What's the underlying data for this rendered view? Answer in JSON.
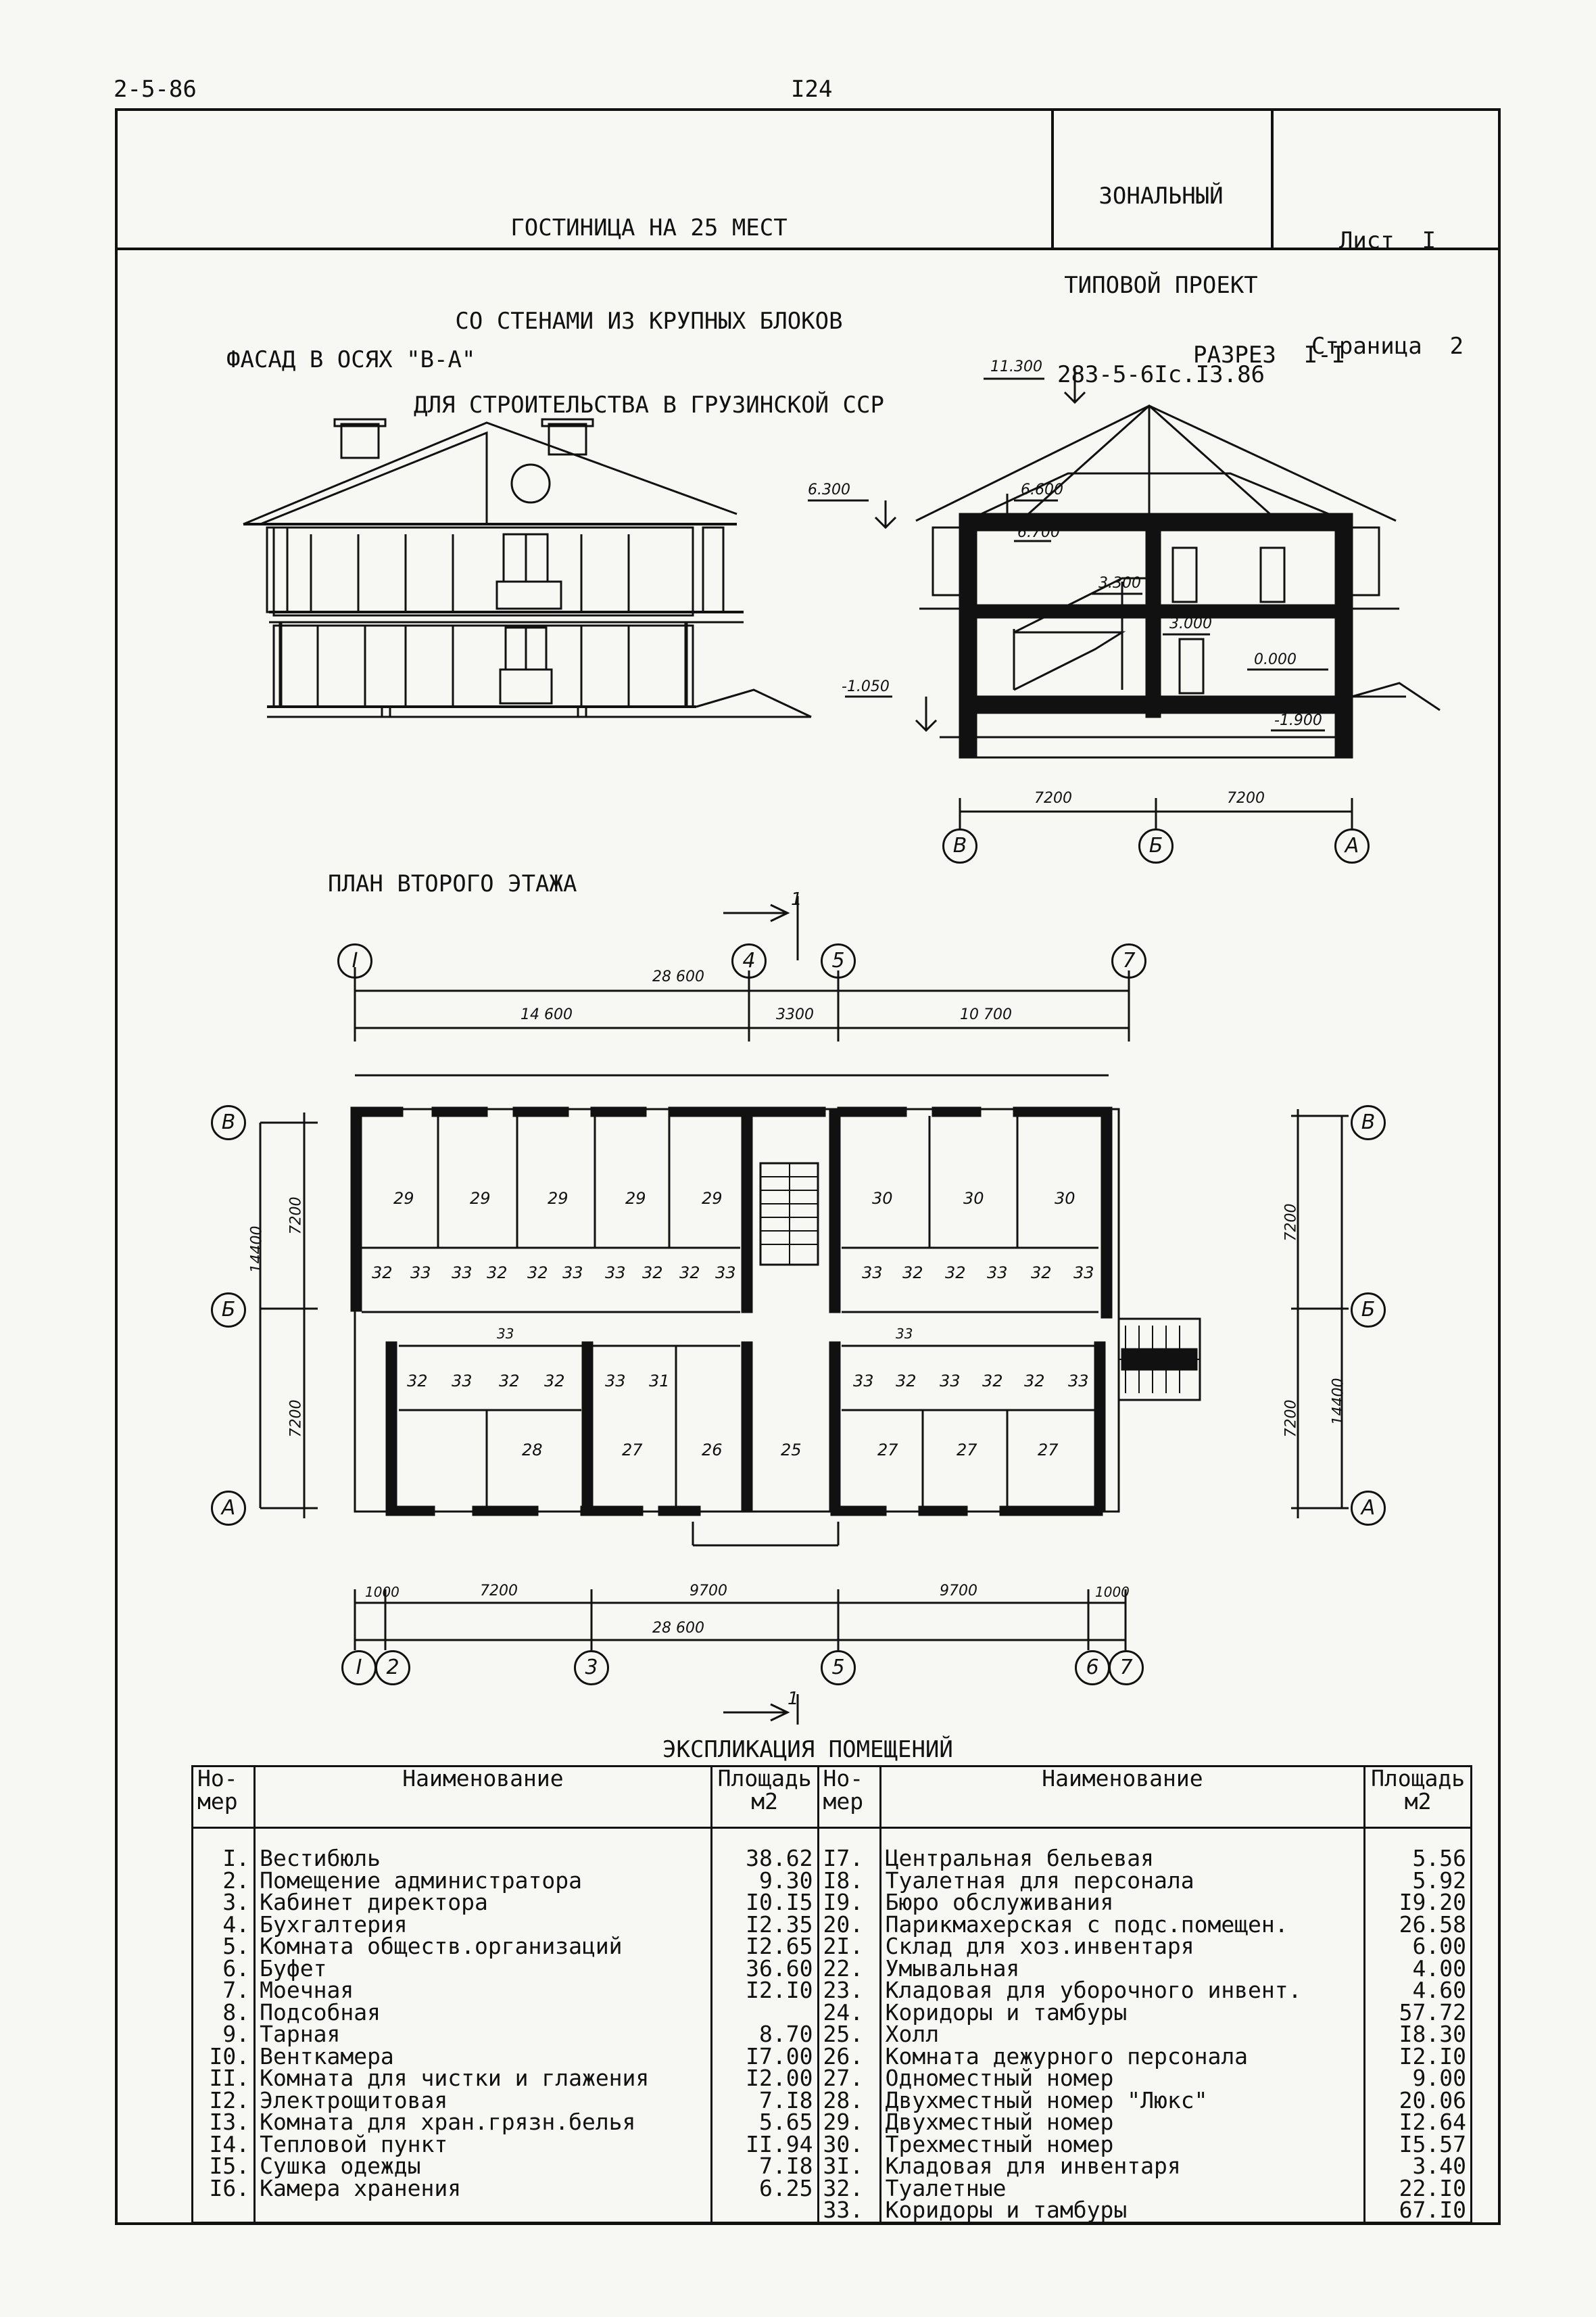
{
  "page": {
    "code_top_left": "2-5-86",
    "page_number": "I24"
  },
  "title_block": {
    "title_lines": [
      "ГОСТИНИЦА НА 25 МЕСТ",
      "СО СТЕНАМИ ИЗ КРУПНЫХ БЛОКОВ",
      "ДЛЯ СТРОИТЕЛЬСТВА В ГРУЗИНСКОЙ ССР"
    ],
    "project_lines": [
      "ЗОНАЛЬНЫЙ",
      "ТИПОВОЙ ПРОЕКТ",
      "283-5-6Iс.I3.86"
    ],
    "sheet": "Лист  I",
    "page": "Страница  2"
  },
  "facade": {
    "title": "ФАСАД В ОСЯХ \"В-А\""
  },
  "section": {
    "title": "РАЗРЕЗ  I-I",
    "marks": {
      "ridge": "11.300",
      "eave": "6.300",
      "m6600": "6.600",
      "m6700": "6.700",
      "m3300": "3.300",
      "m3000": "3.000",
      "m0000": "0.000",
      "m1050": "-1.050",
      "m1900": "-1.900"
    },
    "dims": [
      "7200",
      "7200"
    ],
    "axes": [
      "В",
      "Б",
      "А"
    ]
  },
  "plan": {
    "title": "ПЛАН ВТОРОГО ЭТАЖА",
    "cut_mark": "1",
    "top_axes": [
      "I",
      "4",
      "5",
      "7"
    ],
    "top_overall": "28 600",
    "top_dims": [
      "14 600",
      "3300",
      "10 700"
    ],
    "bottom_dims": [
      "1000",
      "7200",
      "9700",
      "9700",
      "1000"
    ],
    "bottom_overall": "28 600",
    "bottom_axes": [
      "I",
      "2",
      "3",
      "5",
      "6",
      "7"
    ],
    "left_axes": [
      "В",
      "Б",
      "А"
    ],
    "left_dims": [
      "7200",
      "7200"
    ],
    "left_overall": "14400",
    "right_axes": [
      "В",
      "Б",
      "А"
    ],
    "right_dims": [
      "7200",
      "7200"
    ],
    "right_overall": "14400",
    "rooms_top": [
      "29",
      "29",
      "29",
      "29",
      "29",
      "30",
      "30",
      "30"
    ],
    "small_top": [
      "32",
      "33",
      "33",
      "32",
      "32",
      "33",
      "33",
      "32",
      "32",
      "33",
      "33",
      "32",
      "32",
      "33",
      "32",
      "33"
    ],
    "corridor": [
      "33",
      "33"
    ],
    "small_bottom": [
      "32",
      "33",
      "32",
      "32",
      "33",
      "31",
      "33",
      "32",
      "33",
      "32",
      "32",
      "33"
    ],
    "rooms_bottom": [
      "28",
      "27",
      "26",
      "25",
      "27",
      "27",
      "27"
    ]
  },
  "explication": {
    "title": "ЭКСПЛИКАЦИЯ ПОМЕЩЕНИЙ",
    "headers": {
      "num": "Но-\nмер",
      "name": "Наименование",
      "area": "Площадь\nм2"
    },
    "left": [
      {
        "n": "I.",
        "name": "Вестибюль",
        "a": "38.62"
      },
      {
        "n": "2.",
        "name": "Помещение администратора",
        "a": "9.30"
      },
      {
        "n": "3.",
        "name": "Кабинет директора",
        "a": "I0.I5"
      },
      {
        "n": "4.",
        "name": "Бухгалтерия",
        "a": "I2.35"
      },
      {
        "n": "5.",
        "name": "Комната обществ.организаций",
        "a": "I2.65"
      },
      {
        "n": "6.",
        "name": "Буфет",
        "a": "36.60"
      },
      {
        "n": "7.",
        "name": "Моечная",
        "a": "I2.I0"
      },
      {
        "n": "8.",
        "name": "Подсобная",
        "a": ""
      },
      {
        "n": "9.",
        "name": "Тарная",
        "a": "8.70"
      },
      {
        "n": "I0.",
        "name": "Венткамера",
        "a": "I7.00"
      },
      {
        "n": "II.",
        "name": "Комната для чистки и глажения",
        "a": "I2.00"
      },
      {
        "n": "I2.",
        "name": "Электрощитовая",
        "a": "7.I8"
      },
      {
        "n": "I3.",
        "name": "Комната для хран.грязн.белья",
        "a": "5.65"
      },
      {
        "n": "I4.",
        "name": "Тепловой пункт",
        "a": "II.94"
      },
      {
        "n": "I5.",
        "name": "Сушка одежды",
        "a": "7.I8"
      },
      {
        "n": "I6.",
        "name": "Камера хранения",
        "a": "6.25"
      }
    ],
    "right": [
      {
        "n": "I7.",
        "name": "Центральная бельевая",
        "a": "5.56"
      },
      {
        "n": "I8.",
        "name": "Туалетная для персонала",
        "a": "5.92"
      },
      {
        "n": "I9.",
        "name": "Бюро обслуживания",
        "a": "I9.20"
      },
      {
        "n": "20.",
        "name": "Парикмахерская с подс.помещен.",
        "a": "26.58"
      },
      {
        "n": "2I.",
        "name": "Склад для хоз.инвентаря",
        "a": "6.00"
      },
      {
        "n": "22.",
        "name": "Умывальная",
        "a": "4.00"
      },
      {
        "n": "23.",
        "name": "Кладовая для уборочного инвент.",
        "a": "4.60"
      },
      {
        "n": "24.",
        "name": "Коридоры и тамбуры",
        "a": "57.72"
      },
      {
        "n": "25.",
        "name": "Холл",
        "a": "I8.30"
      },
      {
        "n": "26.",
        "name": "Комната дежурного персонала",
        "a": "I2.I0"
      },
      {
        "n": "27.",
        "name": "Одноместный номер",
        "a": "9.00"
      },
      {
        "n": "28.",
        "name": "Двухместный номер \"Люкс\"",
        "a": "20.06"
      },
      {
        "n": "29.",
        "name": "Двухместный номер",
        "a": "I2.64"
      },
      {
        "n": "30.",
        "name": "Трехместный номер",
        "a": "I5.57"
      },
      {
        "n": "3I.",
        "name": "Кладовая для инвентаря",
        "a": "3.40"
      },
      {
        "n": "32.",
        "name": "Туалетные",
        "a": "22.I0"
      },
      {
        "n": "33.",
        "name": "Коридоры и тамбуры",
        "a": "67.I0"
      }
    ]
  }
}
